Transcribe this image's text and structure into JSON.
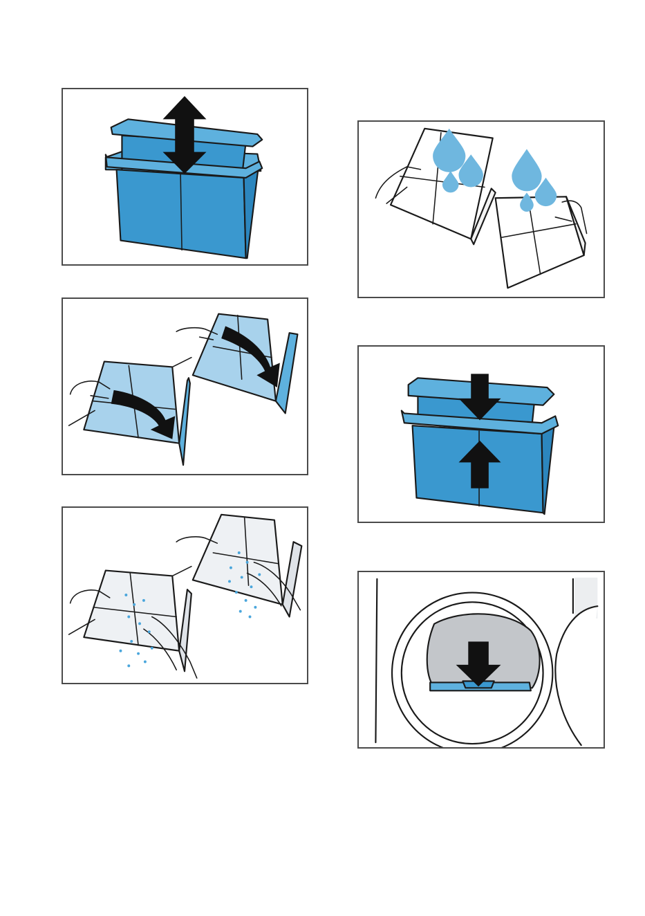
{
  "colors": {
    "filter_blue": "#3a98cf",
    "filter_light_blue": "#a8d2ec",
    "filter_mid_blue": "#5eb1de",
    "water_drop": "#6fb7df",
    "lint_dots": "#4aa6dc",
    "drum_grey": "#c3c6ca",
    "panel_border": "#4a4a4a",
    "arrow": "#111111"
  },
  "panels": [
    {
      "step": "pull-filter-out",
      "icon": "up-down-arrow-icon"
    },
    {
      "step": "open-filter",
      "icon": "curved-arrow-icon"
    },
    {
      "step": "remove-lint",
      "icon": "lint-particles-icon"
    },
    {
      "step": "rinse-filter",
      "icon": "water-drop-icon"
    },
    {
      "step": "reassemble-filter",
      "icon": "push-together-arrows-icon"
    },
    {
      "step": "insert-filter-in-door",
      "icon": "down-arrow-icon"
    }
  ]
}
